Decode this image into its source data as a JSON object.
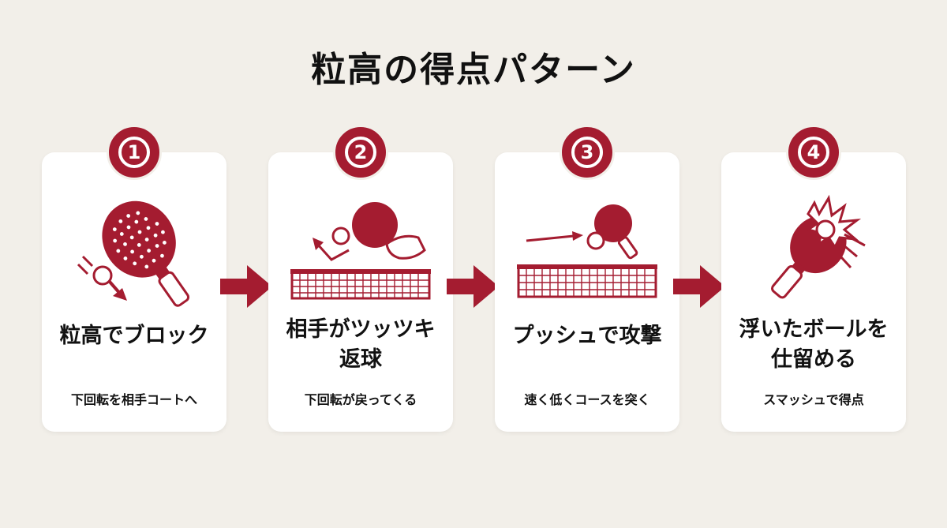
{
  "title": "粒高の得点パターン",
  "colors": {
    "accent": "#a41c30",
    "background": "#f2efe9",
    "card": "#ffffff"
  },
  "steps": [
    {
      "number": "1",
      "heading": "粒高でブロック",
      "sub": "下回転を相手コートへ",
      "icon": "pimpled-paddle-block-icon"
    },
    {
      "number": "2",
      "heading": "相手がツッツキ\n返球",
      "sub": "下回転が戻ってくる",
      "icon": "paddle-push-over-net-icon"
    },
    {
      "number": "3",
      "heading": "プッシュで攻撃",
      "sub": "速く低くコースを突く",
      "icon": "push-attack-icon"
    },
    {
      "number": "4",
      "heading": "浮いたボールを\n仕留める",
      "sub": "スマッシュで得点",
      "icon": "smash-impact-icon"
    }
  ]
}
